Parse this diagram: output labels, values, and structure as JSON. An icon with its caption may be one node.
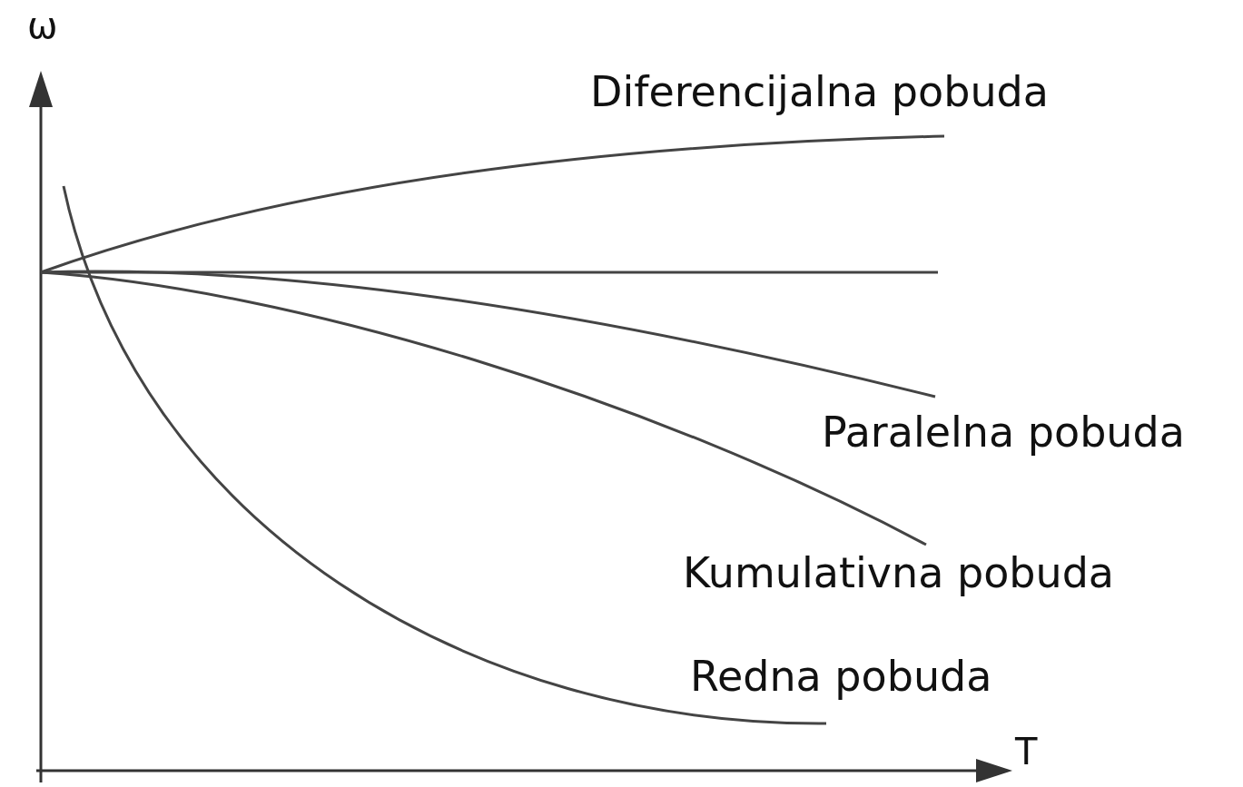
{
  "diagram": {
    "labels": [
      "ω",
      "Diferencijalna pobuda",
      "Paralelna pobuda",
      "Kumulativna pobuda",
      "Redna pobuda",
      "T"
    ]
  }
}
